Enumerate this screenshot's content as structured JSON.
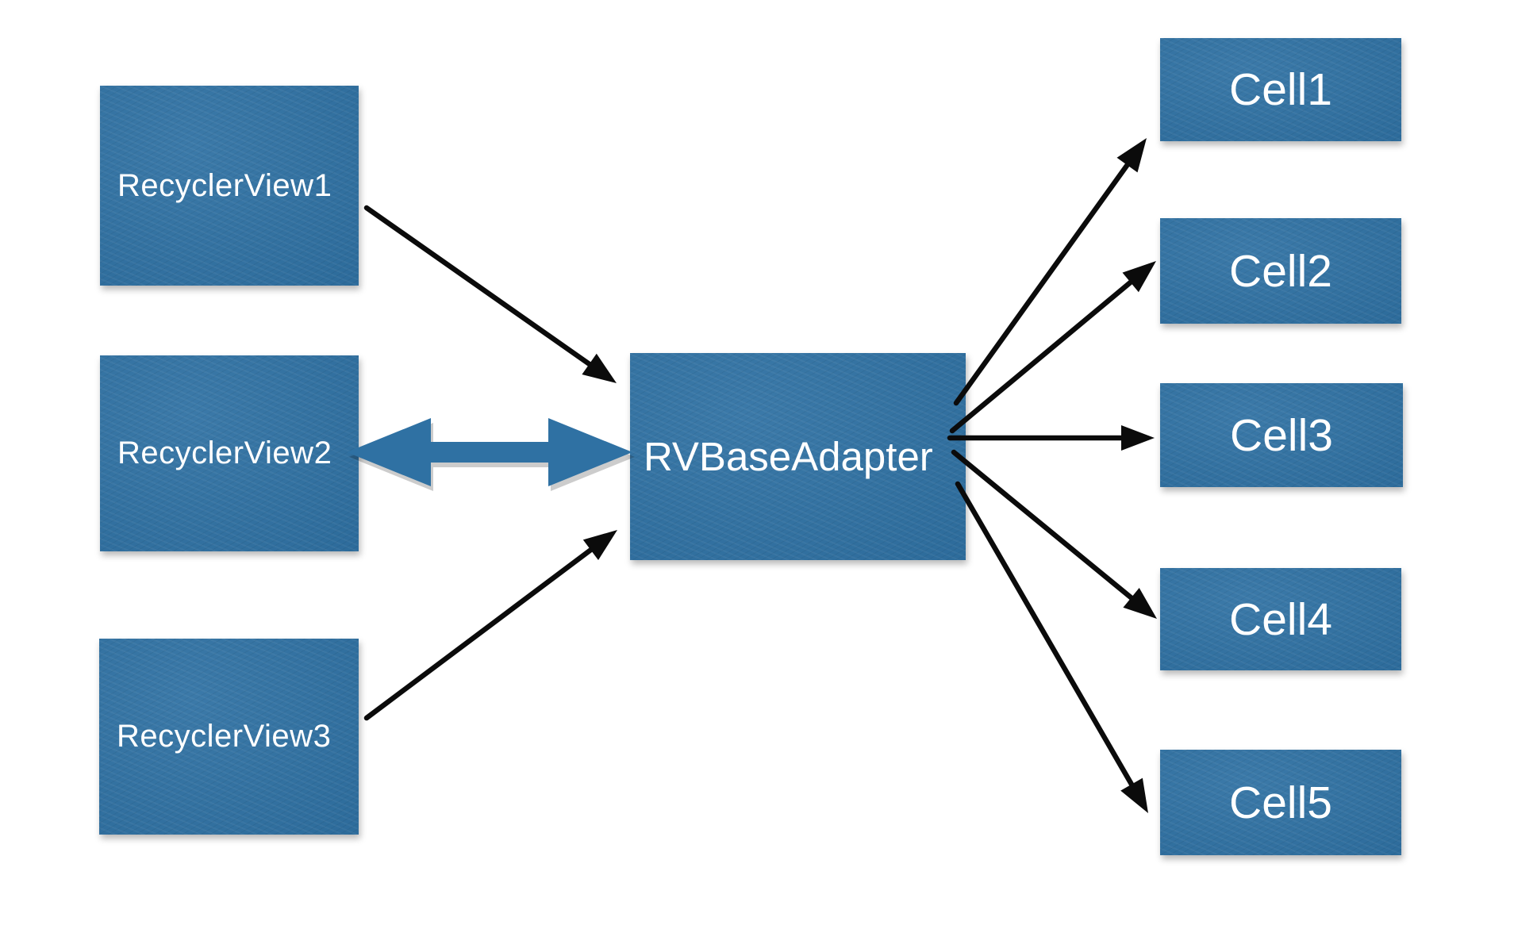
{
  "diagram": {
    "title": "",
    "type": "flow-diagram",
    "colors": {
      "background": "#ffffff",
      "node_fill": "#2f71a3",
      "node_text": "#ffffff",
      "arrow": "#0b0b0b",
      "double_arrow_fill": "#2f71a3"
    },
    "nodes": {
      "rv1": {
        "label": "RecyclerView1"
      },
      "rv2": {
        "label": "RecyclerView2"
      },
      "rv3": {
        "label": "RecyclerView3"
      },
      "adapter": {
        "label": "RVBaseAdapter"
      },
      "cell1": {
        "label": "Cell1"
      },
      "cell2": {
        "label": "Cell2"
      },
      "cell3": {
        "label": "Cell3"
      },
      "cell4": {
        "label": "Cell4"
      },
      "cell5": {
        "label": "Cell5"
      }
    },
    "edges": [
      {
        "from": "RecyclerView1",
        "to": "RVBaseAdapter",
        "style": "single-arrow"
      },
      {
        "from": "RecyclerView2",
        "to": "RVBaseAdapter",
        "style": "double-arrow"
      },
      {
        "from": "RecyclerView3",
        "to": "RVBaseAdapter",
        "style": "single-arrow"
      },
      {
        "from": "RVBaseAdapter",
        "to": "Cell1",
        "style": "single-arrow"
      },
      {
        "from": "RVBaseAdapter",
        "to": "Cell2",
        "style": "single-arrow"
      },
      {
        "from": "RVBaseAdapter",
        "to": "Cell3",
        "style": "single-arrow"
      },
      {
        "from": "RVBaseAdapter",
        "to": "Cell4",
        "style": "single-arrow"
      },
      {
        "from": "RVBaseAdapter",
        "to": "Cell5",
        "style": "single-arrow"
      }
    ]
  }
}
